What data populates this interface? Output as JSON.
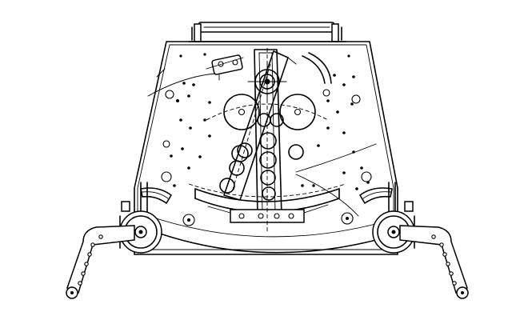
{
  "drawing": {
    "kind": "mechanical line drawing (front elevation), no printed text",
    "line_color": "#000000",
    "background": "#ffffff",
    "parts": [
      "top-handle-bar",
      "housing-plate",
      "central-pivot-hub",
      "swing-arm-assembly",
      "arc-slot-segment",
      "left-wheel",
      "right-wheel",
      "left-adjustment-leg",
      "right-adjustment-leg",
      "left-clamp-bracket",
      "right-clamp-bracket"
    ]
  }
}
